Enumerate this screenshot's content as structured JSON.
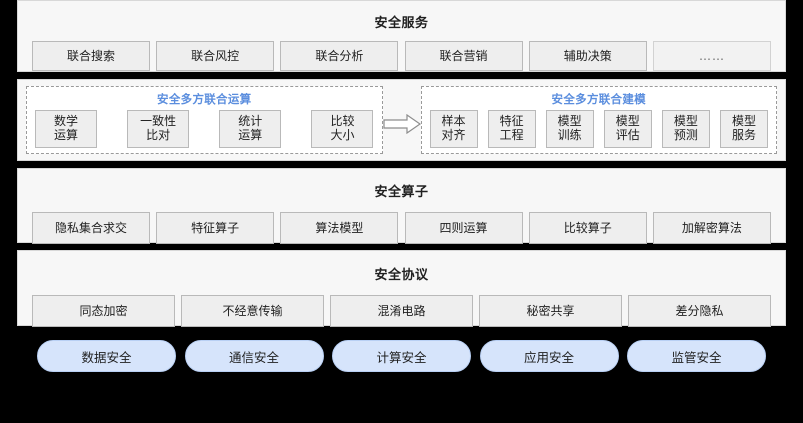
{
  "diagram": {
    "background_color": "#000000",
    "panel_background": "#f7f7f7",
    "chip_background": "#eeeeee",
    "accent_blue": "#5b8ede",
    "pill_color": "#d6e4fb"
  },
  "layers": {
    "services": {
      "title": "安全服务",
      "items": [
        {
          "label": "联合搜索",
          "muted": false
        },
        {
          "label": "联合风控",
          "muted": false
        },
        {
          "label": "联合分析",
          "muted": false
        },
        {
          "label": "联合营销",
          "muted": false
        },
        {
          "label": "辅助决策",
          "muted": false
        },
        {
          "label": "……",
          "muted": true
        }
      ]
    },
    "mpc": {
      "compute_group": {
        "title": "安全多方联合运算",
        "items": [
          {
            "line1": "数学",
            "line2": "运算"
          },
          {
            "line1": "一致性",
            "line2": "比对"
          },
          {
            "line1": "统计",
            "line2": "运算"
          },
          {
            "line1": "比较",
            "line2": "大小"
          }
        ]
      },
      "arrow": {
        "icon": "right-arrow-icon",
        "direction": "right"
      },
      "model_group": {
        "title": "安全多方联合建模",
        "items": [
          {
            "line1": "样本",
            "line2": "对齐"
          },
          {
            "line1": "特征",
            "line2": "工程"
          },
          {
            "line1": "模型",
            "line2": "训练"
          },
          {
            "line1": "模型",
            "line2": "评估"
          },
          {
            "line1": "模型",
            "line2": "预测"
          },
          {
            "line1": "模型",
            "line2": "服务"
          }
        ]
      }
    },
    "operators": {
      "title": "安全算子",
      "items": [
        {
          "label": "隐私集合求交"
        },
        {
          "label": "特征算子"
        },
        {
          "label": "算法模型"
        },
        {
          "label": "四则运算"
        },
        {
          "label": "比较算子"
        },
        {
          "label": "加解密算法"
        }
      ]
    },
    "protocols": {
      "title": "安全协议",
      "items": [
        {
          "label": "同态加密"
        },
        {
          "label": "不经意传输"
        },
        {
          "label": "混淆电路"
        },
        {
          "label": "秘密共享"
        },
        {
          "label": "差分隐私"
        }
      ]
    },
    "pillars": {
      "items": [
        {
          "label": "数据安全"
        },
        {
          "label": "通信安全"
        },
        {
          "label": "计算安全"
        },
        {
          "label": "应用安全"
        },
        {
          "label": "监管安全"
        }
      ]
    }
  }
}
